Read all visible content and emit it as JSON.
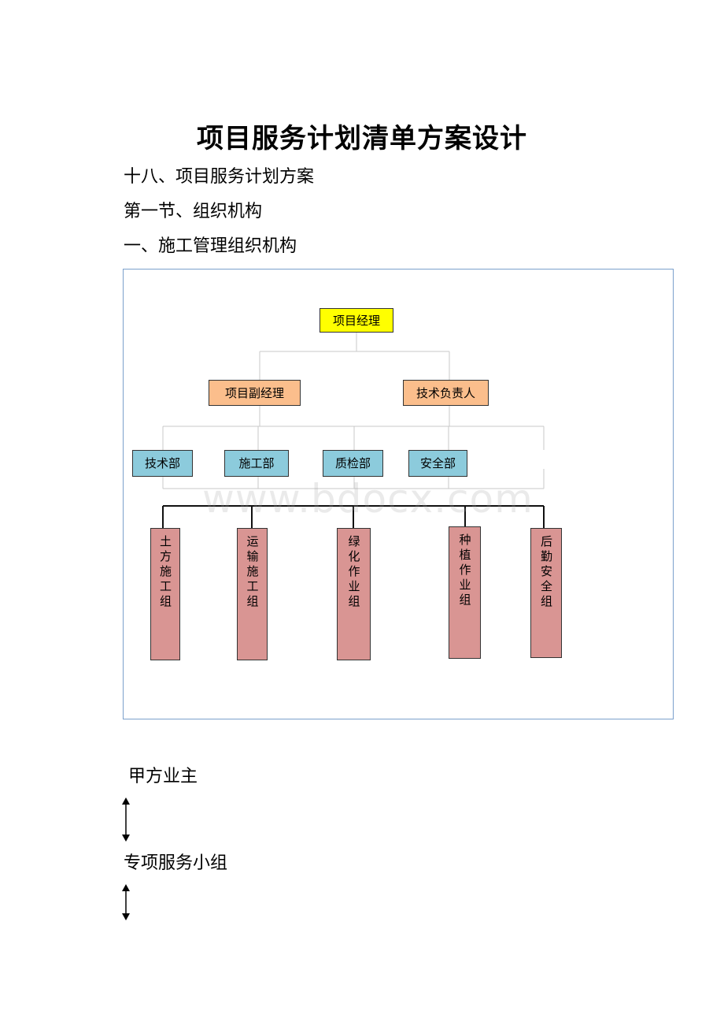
{
  "doc_title": "项目服务计划清单方案设计",
  "section_heading": "十八、项目服务计划方案",
  "subsection_heading": "第一节、组织机构",
  "chart_heading": "一、施工管理组织机构",
  "org_chart": {
    "watermark": "www.bdocx.com",
    "level1": "项目经理",
    "level2": [
      "项目副经理",
      "技术负责人"
    ],
    "level3": [
      "技术部",
      "施工部",
      "质检部",
      "安全部"
    ],
    "level4": [
      "土方施工组",
      "运输施工组",
      "绿化作业组",
      "种植作业组",
      "后勤安全组"
    ],
    "colors": {
      "level1": "#ffff00",
      "level2": "#fbbe8c",
      "level3": "#8ccbdc",
      "level4": "#d99593",
      "frame": "#7ba0cc"
    }
  },
  "flow": {
    "item1": "甲方业主",
    "item2": "专项服务小组",
    "arrow_icon": "double-arrow-vertical-icon"
  }
}
